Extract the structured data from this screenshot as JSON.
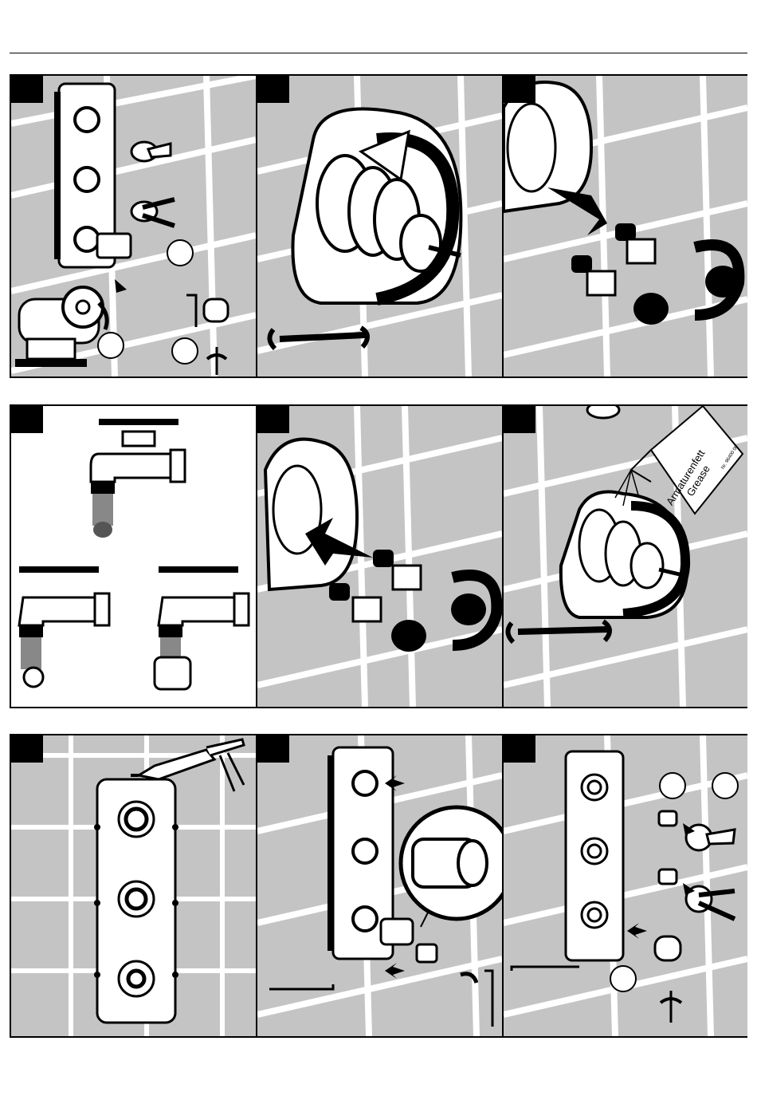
{
  "grease_packet": {
    "line1": "Armaturenfett",
    "line2": "Grease",
    "part_no": "Nr. 96400 00"
  },
  "colors": {
    "tile": "#c4c4c4",
    "grout": "#ffffff",
    "ink": "#000000",
    "plate": "#ffffff"
  },
  "icons": {
    "wrench": "wrench-icon",
    "hex_key": "hex-key-icon",
    "caulk_gun": "caulk-gun-icon",
    "rotate_arrow": "rotate-arrow-icon",
    "push_arrow": "push-arrow-icon"
  }
}
